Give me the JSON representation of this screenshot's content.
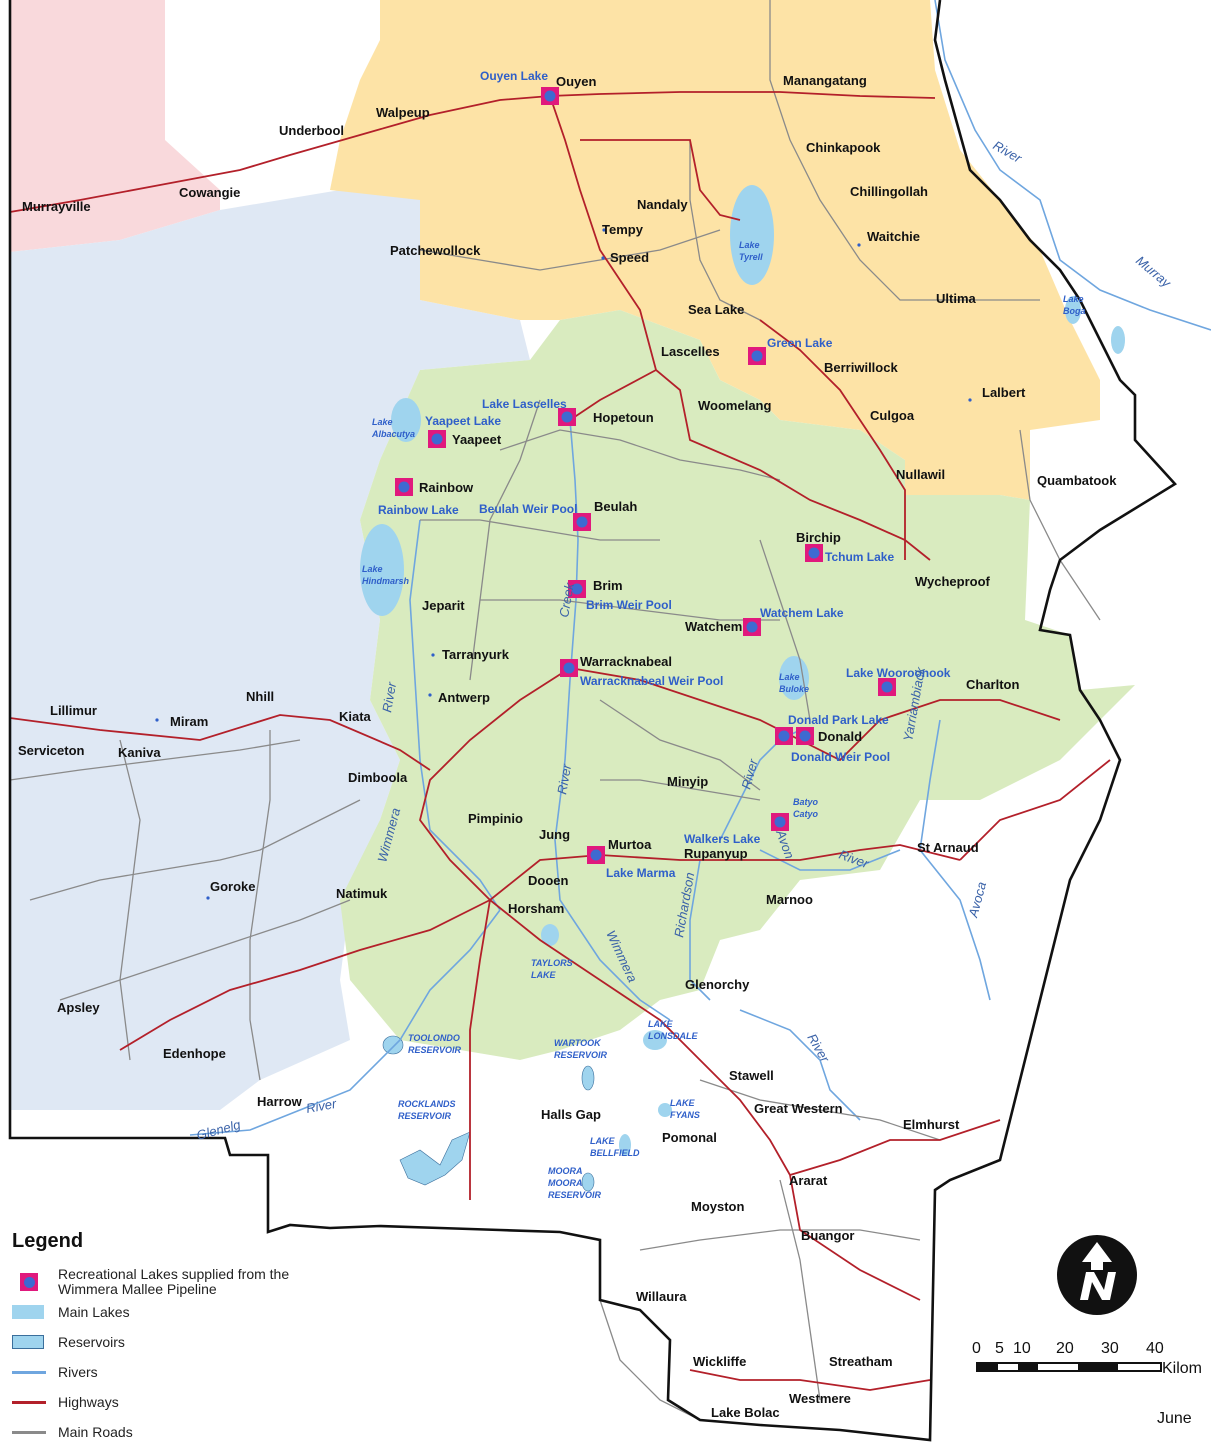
{
  "colors": {
    "highway": "#b3202a",
    "main_road": "#8a8a8a",
    "river": "#6fa6df",
    "lake": "#9fd4ee",
    "north_zone": "#fde3a6",
    "central_zone": "#d9ebbf",
    "west_zone": "#dfe8f4",
    "nw_zone": "#f9d9dc",
    "marker_fill": "#e0197d",
    "marker_dot": "#3e6ad1",
    "label_blue": "#2f5fc9"
  },
  "towns": [
    "Ouyen",
    "Manangatang",
    "Walpeup",
    "Underbool",
    "Chinkapook",
    "Murrayville",
    "Cowangie",
    "Chillingollah",
    "Nandaly",
    "Tempy",
    "Waitchie",
    "Patchewollock",
    "Speed",
    "Ultima",
    "Sea Lake",
    "Lascelles",
    "Berriwillock",
    "Lalbert",
    "Hopetoun",
    "Woomelang",
    "Culgoa",
    "Yaapeet",
    "Nullawil",
    "Quambatook",
    "Rainbow",
    "Beulah",
    "Birchip",
    "Wycheproof",
    "Brim",
    "Jeparit",
    "Watchem",
    "Tarranyurk",
    "Warracknabeal",
    "Antwerp",
    "Charlton",
    "Nhill",
    "Lillimur",
    "Miram",
    "Kiata",
    "Donald",
    "Serviceton",
    "Kaniva",
    "Dimboola",
    "Minyip",
    "Pimpinio",
    "Jung",
    "Murtoa",
    "Rupanyup",
    "St Arnaud",
    "Goroke",
    "Natimuk",
    "Dooen",
    "Horsham",
    "Marnoo",
    "Glenorchy",
    "Apsley",
    "Edenhope",
    "Stawell",
    "Harrow",
    "Great Western",
    "Halls Gap",
    "Elmhurst",
    "Pomonal",
    "Ararat",
    "Moyston",
    "Buangor",
    "Willaura",
    "Wickliffe",
    "Streatham",
    "Westmere",
    "Lake Bolac"
  ],
  "recreational_lakes": [
    "Ouyen Lake",
    "Green Lake",
    "Lake Lascelles",
    "Yaapeet Lake",
    "Rainbow Lake",
    "Beulah Weir Pool",
    "Tchum Lake",
    "Brim Weir Pool",
    "Watchem Lake",
    "Lake Wooroonook",
    "Warracknabeal Weir Pool",
    "Donald Park Lake",
    "Donald Weir Pool",
    "Walkers Lake",
    "Lake Marma"
  ],
  "water_bodies": [
    [
      "Lake",
      "Tyrell"
    ],
    [
      "Lake",
      "Albacutya"
    ],
    [
      "Lake",
      "Hindmarsh"
    ],
    [
      "Lake",
      "Buloke"
    ],
    [
      "Lake",
      "Boga"
    ],
    [
      "Batyo",
      "Catyo"
    ],
    [
      "TAYLORS",
      "LAKE"
    ],
    [
      "TOOLONDO",
      "RESERVOIR"
    ],
    [
      "WARTOOK",
      "RESERVOIR"
    ],
    [
      "LAKE",
      "LONSDALE"
    ],
    [
      "LAKE",
      "FYANS"
    ],
    [
      "ROCKLANDS",
      "RESERVOIR"
    ],
    [
      "LAKE",
      "BELLFIELD"
    ],
    [
      "MOORA",
      "MOORA",
      "RESERVOIR"
    ]
  ],
  "river_labels": [
    "River",
    "Murray",
    "Creek",
    "River",
    "River",
    "Yarriambiack",
    "Wimmera",
    "River",
    "Avon",
    "River",
    "Richardson",
    "Wimmera",
    "Avoca",
    "River",
    "Glenelg",
    "River"
  ],
  "legend": {
    "title": "Legend",
    "items": [
      {
        "symbol": "marker",
        "label": "Recreational Lakes supplied from the Wimmera Mallee Pipeline"
      },
      {
        "symbol": "lake",
        "label": "Main Lakes"
      },
      {
        "symbol": "reservoir",
        "label": "Reservoirs"
      },
      {
        "symbol": "river",
        "label": "Rivers"
      },
      {
        "symbol": "highway",
        "label": "Highways"
      },
      {
        "symbol": "road",
        "label": "Main Roads"
      }
    ]
  },
  "scale": {
    "ticks": [
      "0",
      "5",
      "10",
      "20",
      "30",
      "40"
    ],
    "unit": "Kilom"
  },
  "date_text": "June"
}
